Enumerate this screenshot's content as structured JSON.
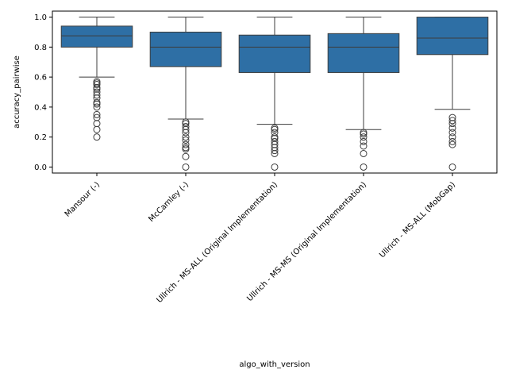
{
  "chart_data": {
    "type": "box",
    "xlabel": "algo_with_version",
    "ylabel": "accuracy_pairwise",
    "ylim": [
      -0.04,
      1.04
    ],
    "yticks": [
      0.0,
      0.2,
      0.4,
      0.6,
      0.8,
      1.0
    ],
    "ytick_labels": [
      "0.0",
      "0.2",
      "0.4",
      "0.6",
      "0.8",
      "1.0"
    ],
    "box_color": "#2e6fa5",
    "grid": false,
    "categories": [
      "Mansour (-)",
      "McCamley (-)",
      "Ullrich - MS-ALL (Original Implementation)",
      "Ullrich - MS-MS (Original Implementation)",
      "Ullrich - MS-ALL (MobGap)"
    ],
    "boxes": [
      {
        "q1": 0.8,
        "median": 0.875,
        "q3": 0.94,
        "whisker_low": 0.6,
        "whisker_high": 1.0,
        "outliers": [
          0.57,
          0.56,
          0.55,
          0.53,
          0.52,
          0.5,
          0.48,
          0.46,
          0.43,
          0.42,
          0.4,
          0.35,
          0.33,
          0.29,
          0.25,
          0.2
        ]
      },
      {
        "q1": 0.67,
        "median": 0.8,
        "q3": 0.9,
        "whisker_low": 0.32,
        "whisker_high": 1.0,
        "outliers": [
          0.3,
          0.29,
          0.27,
          0.25,
          0.23,
          0.2,
          0.18,
          0.15,
          0.13,
          0.12,
          0.07,
          0.0
        ]
      },
      {
        "q1": 0.63,
        "median": 0.8,
        "q3": 0.88,
        "whisker_low": 0.285,
        "whisker_high": 1.0,
        "outliers": [
          0.26,
          0.25,
          0.23,
          0.2,
          0.19,
          0.17,
          0.15,
          0.13,
          0.11,
          0.09,
          0.0
        ]
      },
      {
        "q1": 0.63,
        "median": 0.8,
        "q3": 0.89,
        "whisker_low": 0.25,
        "whisker_high": 1.0,
        "outliers": [
          0.23,
          0.22,
          0.2,
          0.17,
          0.14,
          0.09,
          0.0
        ]
      },
      {
        "q1": 0.75,
        "median": 0.86,
        "q3": 1.0,
        "whisker_low": 0.385,
        "whisker_high": 1.0,
        "outliers": [
          0.33,
          0.31,
          0.29,
          0.26,
          0.23,
          0.2,
          0.17,
          0.15,
          0.0
        ]
      }
    ]
  }
}
